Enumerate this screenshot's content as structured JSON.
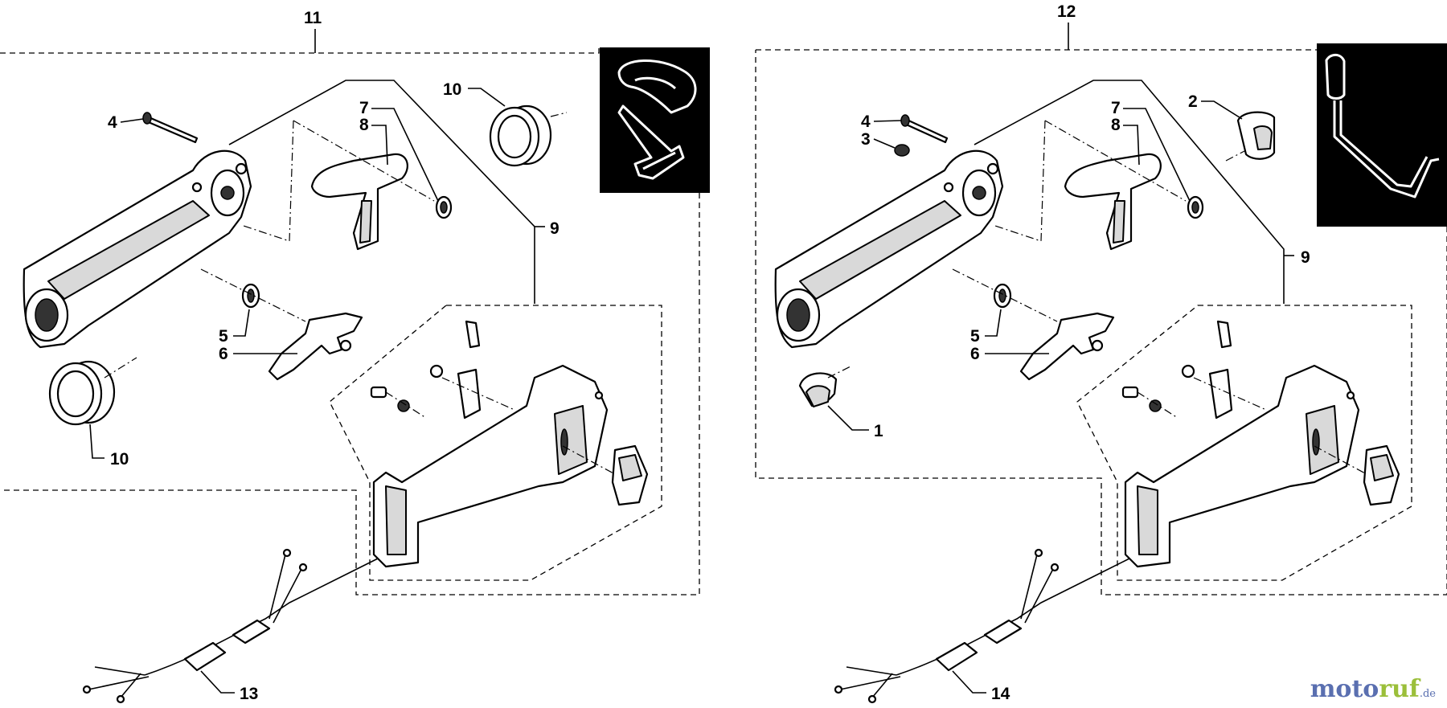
{
  "diagram": {
    "assemblies": [
      {
        "id": "left",
        "assembly_label": "11",
        "harness_label": "13",
        "callouts": {
          "p4": "4",
          "p7": "7",
          "p8": "8",
          "p10a": "10",
          "p9": "9",
          "p5": "5",
          "p6": "6",
          "p10b": "10"
        }
      },
      {
        "id": "right",
        "assembly_label": "12",
        "harness_label": "14",
        "callouts": {
          "p4": "4",
          "p3": "3",
          "p7": "7",
          "p8": "8",
          "p2": "2",
          "p9": "9",
          "p5": "5",
          "p6": "6",
          "p1": "1"
        }
      }
    ],
    "icons": {
      "left_inset": "handle-loop-bracket-icon",
      "right_inset": "bent-throttle-rod-icon"
    }
  },
  "watermark": {
    "part1": "moto",
    "part2": "ruf",
    "tld": ".de",
    "colors": {
      "blue": "#5a6fb0",
      "green": "#9bbf3a"
    }
  }
}
